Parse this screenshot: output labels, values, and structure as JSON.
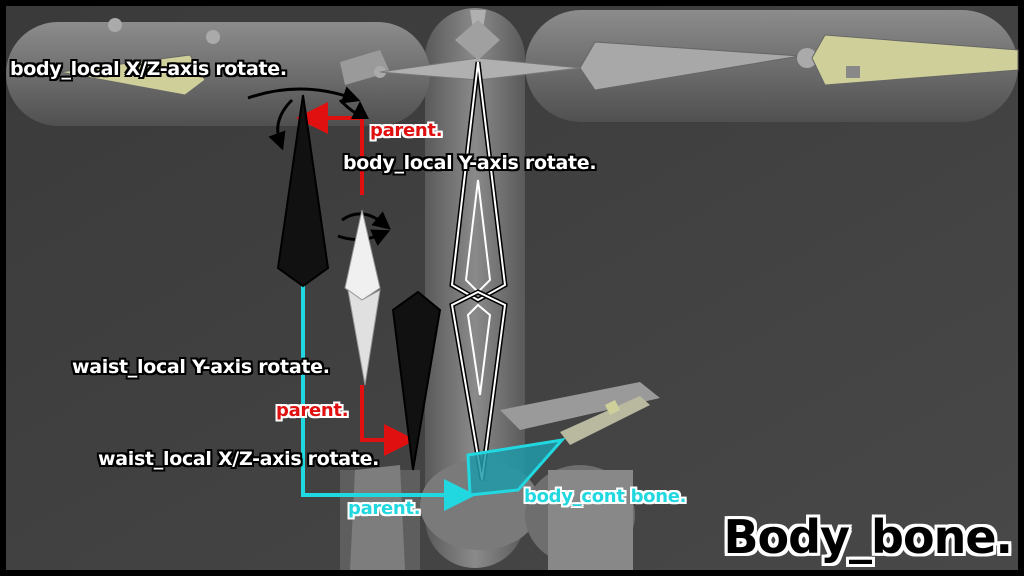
{
  "title": "Body_bone.",
  "labels": {
    "body_local_xz": "body_local X/Z-axis rotate.",
    "parent_1": "parent.",
    "body_local_y": "body_local Y-axis rotate.",
    "waist_local_y": "waist_local Y-axis rotate.",
    "parent_2": "parent.",
    "waist_local_xz": "waist_local X/Z-axis rotate.",
    "parent_3": "parent.",
    "body_cont_bone": "body_cont bone."
  },
  "colors": {
    "parent_red": "#e01010",
    "parent_cyan": "#22d8e0",
    "background": "#3e3e3e"
  }
}
